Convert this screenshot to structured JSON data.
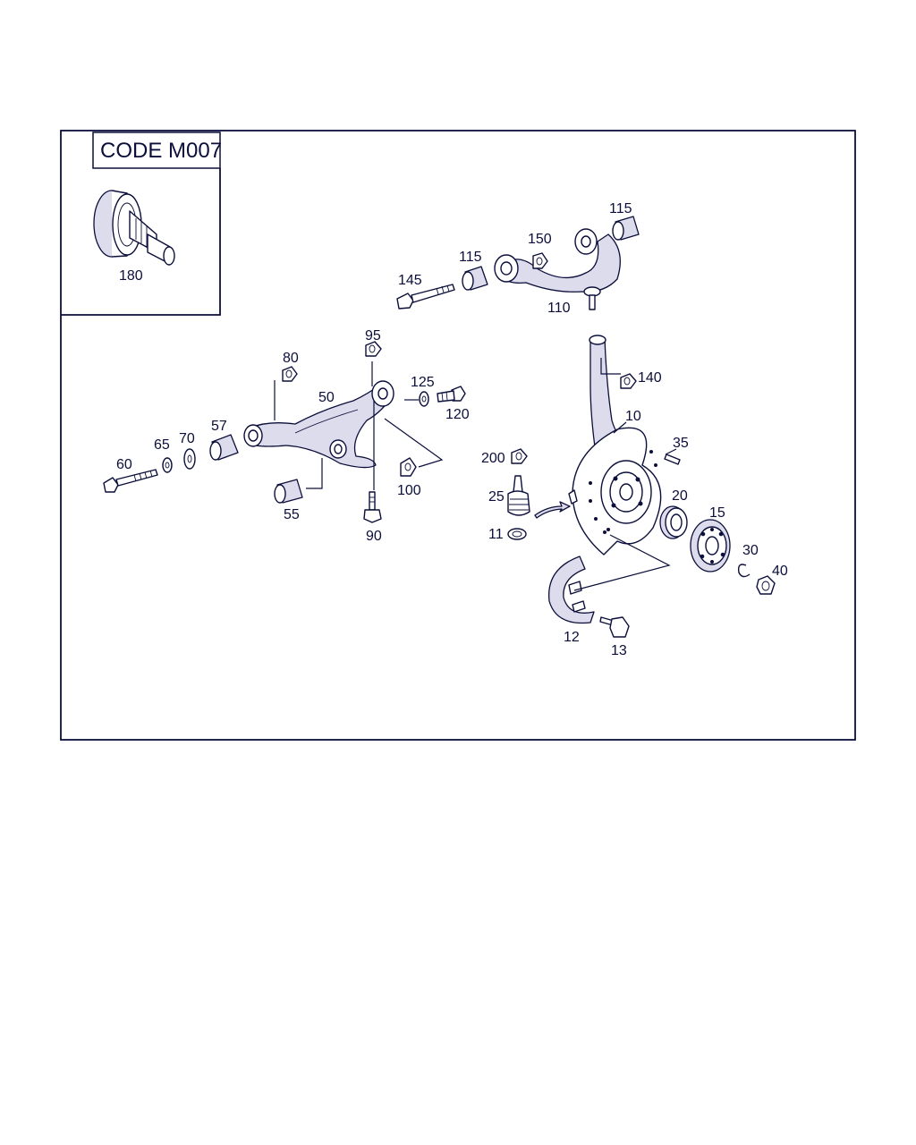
{
  "code_box": {
    "label": "CODE M007",
    "part_number": "180"
  },
  "callouts": {
    "c10": "10",
    "c11": "11",
    "c12": "12",
    "c13": "13",
    "c15": "15",
    "c20": "20",
    "c25": "25",
    "c30": "30",
    "c35": "35",
    "c40": "40",
    "c50": "50",
    "c55": "55",
    "c57": "57",
    "c60": "60",
    "c65": "65",
    "c70": "70",
    "c80": "80",
    "c90": "90",
    "c95": "95",
    "c100": "100",
    "c110": "110",
    "c115a": "115",
    "c115b": "115",
    "c120": "120",
    "c125": "125",
    "c140": "140",
    "c145": "145",
    "c150": "150",
    "c200": "200"
  },
  "colors": {
    "line": "#0b0f3a",
    "background": "#ffffff",
    "shade": "#dcdcec"
  }
}
